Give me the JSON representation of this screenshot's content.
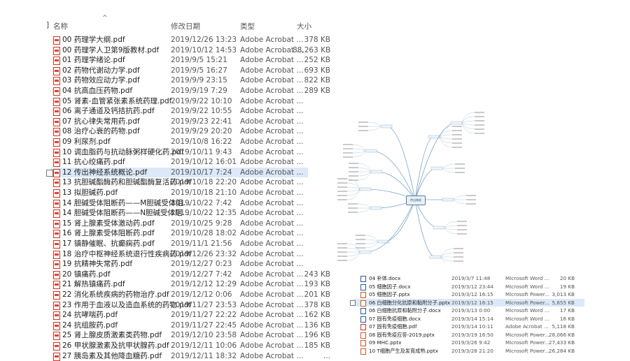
{
  "explorer": {
    "columns": {
      "name": "名称",
      "date": "修改日期",
      "type": "类型",
      "size": "大小"
    },
    "bracket": "]",
    "sort_indicator": "^",
    "files": [
      {
        "name": "00 药理学大纲.pdf",
        "date": "2019/12/26 13:23",
        "type": "Adobe Acrobat ...",
        "size": "378 KB"
      },
      {
        "name": "00 药理学人卫第9版教材.pdf",
        "date": "2019/10/12 14:53",
        "type": "Adobe Acrobat ...",
        "size": "88,263 KB"
      },
      {
        "name": "01 药理学绪论.pdf",
        "date": "2019/9/5 15:21",
        "type": "Adobe Acrobat ...",
        "size": "252 KB"
      },
      {
        "name": "02 药物代谢动力学.pdf",
        "date": "2019/9/5 16:27",
        "type": "Adobe Acrobat ...",
        "size": "693 KB"
      },
      {
        "name": "03 药物效应动力学.pdf",
        "date": "2019/9/9 23:15",
        "type": "Adobe Acrobat ...",
        "size": "822 KB"
      },
      {
        "name": "04 抗高血压药物.pdf",
        "date": "2019/9/19 7:29",
        "type": "Adobe Acrobat ...",
        "size": "289 KB"
      },
      {
        "name": "05 肾素-血管紧张素系统药理.pdf",
        "date": "2019/9/22 10:10",
        "type": "Adobe Acrobat ...",
        "size": ""
      },
      {
        "name": "06 离子通道及钙拮抗药.pdf",
        "date": "2019/9/22 10:55",
        "type": "Adobe Acrobat ...",
        "size": ""
      },
      {
        "name": "07 抗心律失常用药.pdf",
        "date": "2019/9/23 22:41",
        "type": "Adobe Acrobat ...",
        "size": ""
      },
      {
        "name": "08 治疗心衰的药物.pdf",
        "date": "2019/9/29 20:20",
        "type": "Adobe Acrobat ...",
        "size": ""
      },
      {
        "name": "09 利尿剂.pdf",
        "date": "2019/10/8 16:22",
        "type": "Adobe Acrobat ...",
        "size": ""
      },
      {
        "name": "10 调血脂药与抗动脉粥样硬化药.pdf",
        "date": "2019/10/11 9:43",
        "type": "Adobe Acrobat ...",
        "size": ""
      },
      {
        "name": "11 抗心绞痛药.pdf",
        "date": "2019/10/12 16:01",
        "type": "Adobe Acrobat ...",
        "size": ""
      },
      {
        "name": "12 传出神经系统概论.pdf",
        "date": "2019/10/17 7:24",
        "type": "Adobe Acrobat ...",
        "size": "",
        "selected": true
      },
      {
        "name": "13 抗胆碱酯酶药和胆碱酯酶复活药.pdf",
        "date": "2019/10/18 22:20",
        "type": "Adobe Acrobat ...",
        "size": ""
      },
      {
        "name": "13 拟胆碱药.pdf",
        "date": "2019/10/18 21:10",
        "type": "Adobe Acrobat ...",
        "size": ""
      },
      {
        "name": "14 胆碱受体阻断药——M胆碱受体阻...",
        "date": "2019/10/22 7:42",
        "type": "Adobe Acrobat ...",
        "size": ""
      },
      {
        "name": "14 胆碱受体阻断药——N胆碱受体阻...",
        "date": "2019/10/22 12:35",
        "type": "Adobe Acrobat ...",
        "size": ""
      },
      {
        "name": "15 肾上腺素受体激动药.pdf",
        "date": "2019/10/25 9:28",
        "type": "Adobe Acrobat ...",
        "size": ""
      },
      {
        "name": "16 肾上腺素受体阻断药.pdf",
        "date": "2019/10/28 18:02",
        "type": "Adobe Acrobat ...",
        "size": ""
      },
      {
        "name": "17 镇静催眠、抗癫痫药.pdf",
        "date": "2019/11/1 21:56",
        "type": "Adobe Acrobat ...",
        "size": ""
      },
      {
        "name": "18 治疗中枢神经系统退行性疾病药.pdf",
        "date": "2019/12/26 23:32",
        "type": "Adobe Acrobat ...",
        "size": ""
      },
      {
        "name": "19 抗精神失常药.pdf",
        "date": "2019/12/27 0:23",
        "type": "Adobe Acrobat ...",
        "size": ""
      },
      {
        "name": "20 镇痛药.pdf",
        "date": "2019/12/27 7:42",
        "type": "Adobe Acrobat ...",
        "size": "243 KB"
      },
      {
        "name": "21 解热镇痛药.pdf",
        "date": "2019/12/12 12:29",
        "type": "Adobe Acrobat ...",
        "size": "193 KB"
      },
      {
        "name": "22 消化系统疾病的药物治疗.pdf",
        "date": "2019/12/12 0:06",
        "type": "Adobe Acrobat ...",
        "size": "201 KB"
      },
      {
        "name": "23 作用于血液以及造血系统的药物.pdf",
        "date": "2019/11/27 23:53",
        "type": "Adobe Acrobat ...",
        "size": "378 KB"
      },
      {
        "name": "24 抗哮喘药.pdf",
        "date": "2019/11/27 22:22",
        "type": "Adobe Acrobat ...",
        "size": "162 KB"
      },
      {
        "name": "24 抗组胺药.pdf",
        "date": "2019/11/27 22:45",
        "type": "Adobe Acrobat ...",
        "size": "136 KB"
      },
      {
        "name": "25 肾上腺皮质激素类药物.pdf",
        "date": "2019/12/10 23:58",
        "type": "Adobe Acrobat ...",
        "size": "196 KB"
      },
      {
        "name": "26 甲状腺激素及抗甲状腺药.pdf",
        "date": "2019/12/11 10:06",
        "type": "Adobe Acrobat ...",
        "size": "185 KB"
      },
      {
        "name": "27 胰岛素及其他降血糖药.pdf",
        "date": "2019/12/11 18:32",
        "type": "Adobe Acrobat ...",
        "size": "..."
      }
    ]
  },
  "mindmap": {
    "center_label": "传出神经"
  },
  "explorer2": {
    "files": [
      {
        "name": "04 补体.docx",
        "date": "2019/3/7 11:48",
        "type": "Microsoft Word ...",
        "size": "20 KB",
        "kind": "word"
      },
      {
        "name": "05 细胞因子.docx",
        "date": "2019/3/12 23:44",
        "type": "Microsoft Word ...",
        "size": "19 KB",
        "kind": "word"
      },
      {
        "name": "05 细胞因子.pptx",
        "date": "2019/3/12 16:15",
        "type": "Microsoft Power...",
        "size": "3,013 KB",
        "kind": "ppt"
      },
      {
        "name": "06 白细胞分化抗原和黏附分子.pptx",
        "date": "2019/3/12 16:15",
        "type": "Microsoft Power...",
        "size": "5,655 KB",
        "kind": "ppt",
        "selected": true
      },
      {
        "name": "06 白细胞抗原和黏附分子.docx",
        "date": "2019/3/13 0:00",
        "type": "Microsoft Word ...",
        "size": "17 KB",
        "kind": "word"
      },
      {
        "name": "07 固有免疫细胞.docx",
        "date": "2019/3/14 15:14",
        "type": "Microsoft Word ...",
        "size": "16 KB",
        "kind": "word"
      },
      {
        "name": "07 固有免疫细胞.pdf",
        "date": "2019/3/14 10:11",
        "type": "Adobe Acrobat ...",
        "size": "5,118 KB",
        "kind": "pdf"
      },
      {
        "name": "08 固有免疫应答-2019.pptx",
        "date": "2019/3/19 16:50",
        "type": "Microsoft Power...",
        "size": "28,066 KB",
        "kind": "ppt"
      },
      {
        "name": "09 MHC.pptx",
        "date": "2019/3/26 9:42",
        "type": "Microsoft Power...",
        "size": "27,433 KB",
        "kind": "ppt"
      },
      {
        "name": "10 T细胞产生及发育成熟.pptx",
        "date": "2019/3/28 21:20",
        "type": "Microsoft Power...",
        "size": "26,284 KB",
        "kind": "ppt"
      }
    ]
  }
}
